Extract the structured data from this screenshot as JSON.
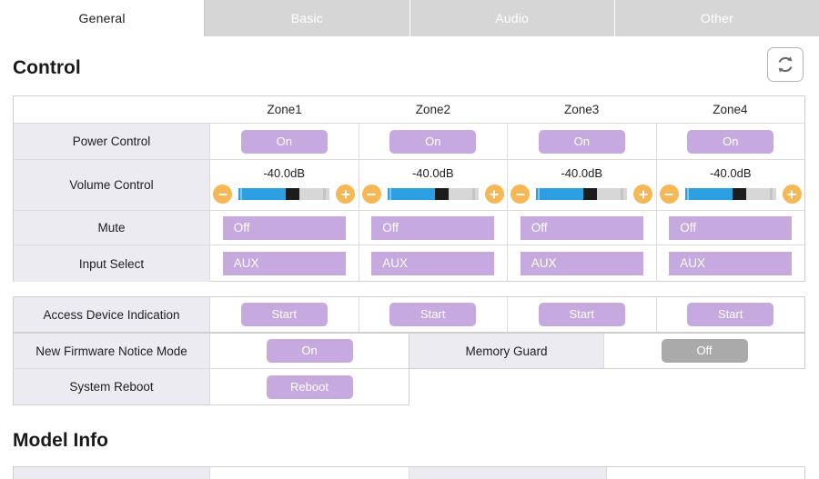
{
  "tabs": [
    {
      "label": "General",
      "active": true
    },
    {
      "label": "Basic",
      "active": false
    },
    {
      "label": "Audio",
      "active": false
    },
    {
      "label": "Other",
      "active": false
    }
  ],
  "headings": {
    "control": "Control",
    "model_info": "Model Info"
  },
  "refresh_button": {
    "icon": "refresh-icon"
  },
  "control_table": {
    "zone_headers": [
      "Zone1",
      "Zone2",
      "Zone3",
      "Zone4"
    ],
    "rows": [
      {
        "label": "Power Control",
        "type": "pill",
        "values": [
          "On",
          "On",
          "On",
          "On"
        ]
      },
      {
        "label": "Volume Control",
        "type": "volume",
        "values": [
          "-40.0dB",
          "-40.0dB",
          "-40.0dB",
          "-40.0dB"
        ],
        "minus_label": "-",
        "plus_label": "+",
        "fill_percent": 58,
        "thumb_percent": 52
      },
      {
        "label": "Mute",
        "type": "wide",
        "values": [
          "Off",
          "Off",
          "Off",
          "Off"
        ]
      },
      {
        "label": "Input Select",
        "type": "wide",
        "values": [
          "AUX",
          "AUX",
          "AUX",
          "AUX"
        ]
      }
    ]
  },
  "system_table": {
    "access_device_indication": {
      "label": "Access Device Indication",
      "values": [
        "Start",
        "Start",
        "Start",
        "Start"
      ]
    },
    "new_firmware_notice_mode": {
      "label": "New Firmware Notice Mode",
      "value": "On"
    },
    "memory_guard": {
      "label": "Memory Guard",
      "value": "Off"
    },
    "system_reboot": {
      "label": "System Reboot",
      "value": "Reboot"
    }
  },
  "colors": {
    "accent_purple": "#c6a9de",
    "gray_button": "#aaaaaa",
    "slider_blue": "#2b9fe0",
    "stepper_orange": "#f6b757",
    "label_bg": "#ecebf1",
    "tab_inactive": "#d6d6d6"
  }
}
